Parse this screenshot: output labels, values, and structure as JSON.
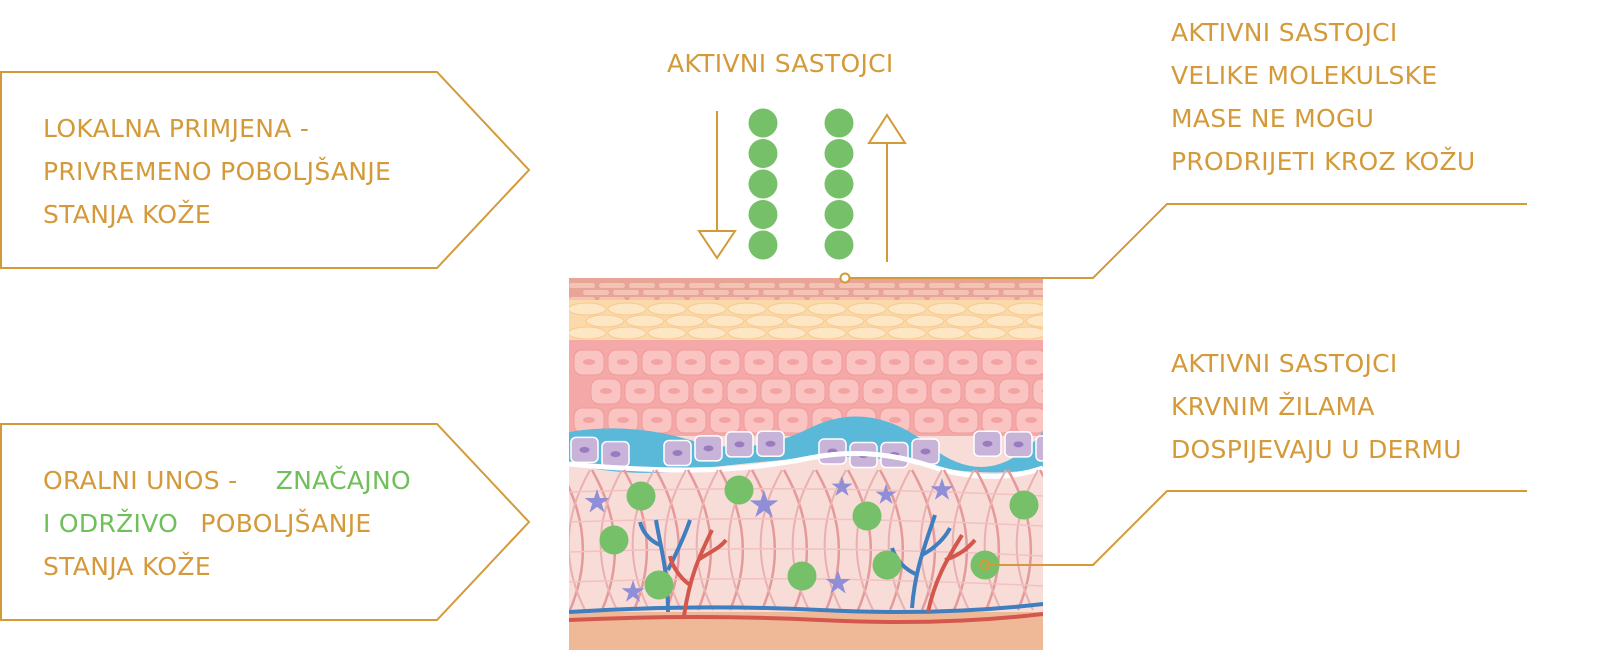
{
  "colors": {
    "accent_gold": "#d49a3a",
    "molecule_green": "#75c068",
    "vein_blue": "#3f7fbf",
    "artery_red": "#d4574d",
    "dermis_pink": "#f8dcd8",
    "epidermis_pink": "#f4a9a8",
    "stratum_yellow": "#fbd9a8",
    "basal_purple": "#c8b3d9",
    "melanocyte_blue": "#5ab8d9",
    "hypodermis_tan": "#efb998",
    "fibroblast_purple": "#8f8ed6"
  },
  "top_label": "AKTIVNI SASTOJCI",
  "left_boxes": [
    {
      "lines": [
        "LOKALNA PRIMJENA -",
        "PRIVREMENO POBOLJŠANJE",
        "STANJA KOŽE"
      ]
    },
    {
      "line1_normal": "ORALNI UNOS - ",
      "line1_green": "ZNAČAJNO",
      "line2_green": "I ODRŽIVO",
      "line2_normal": " POBOLJŠANJE",
      "line3": "STANJA KOŽE"
    }
  ],
  "right_annotations": [
    {
      "lines": [
        "AKTIVNI SASTOJCI",
        "VELIKE MOLEKULSKE",
        "MASE NE MOGU",
        "PRODRIJETI KROZ KOŽU"
      ]
    },
    {
      "lines": [
        "AKTIVNI SASTOJCI",
        "KRVNIM ŽILAMA",
        "DOSPIJEVAJU U DERMU"
      ]
    }
  ],
  "icons": [
    "arrow-down-icon",
    "arrow-up-icon",
    "molecule-icon",
    "blood-vessel-icon",
    "fibroblast-icon"
  ]
}
